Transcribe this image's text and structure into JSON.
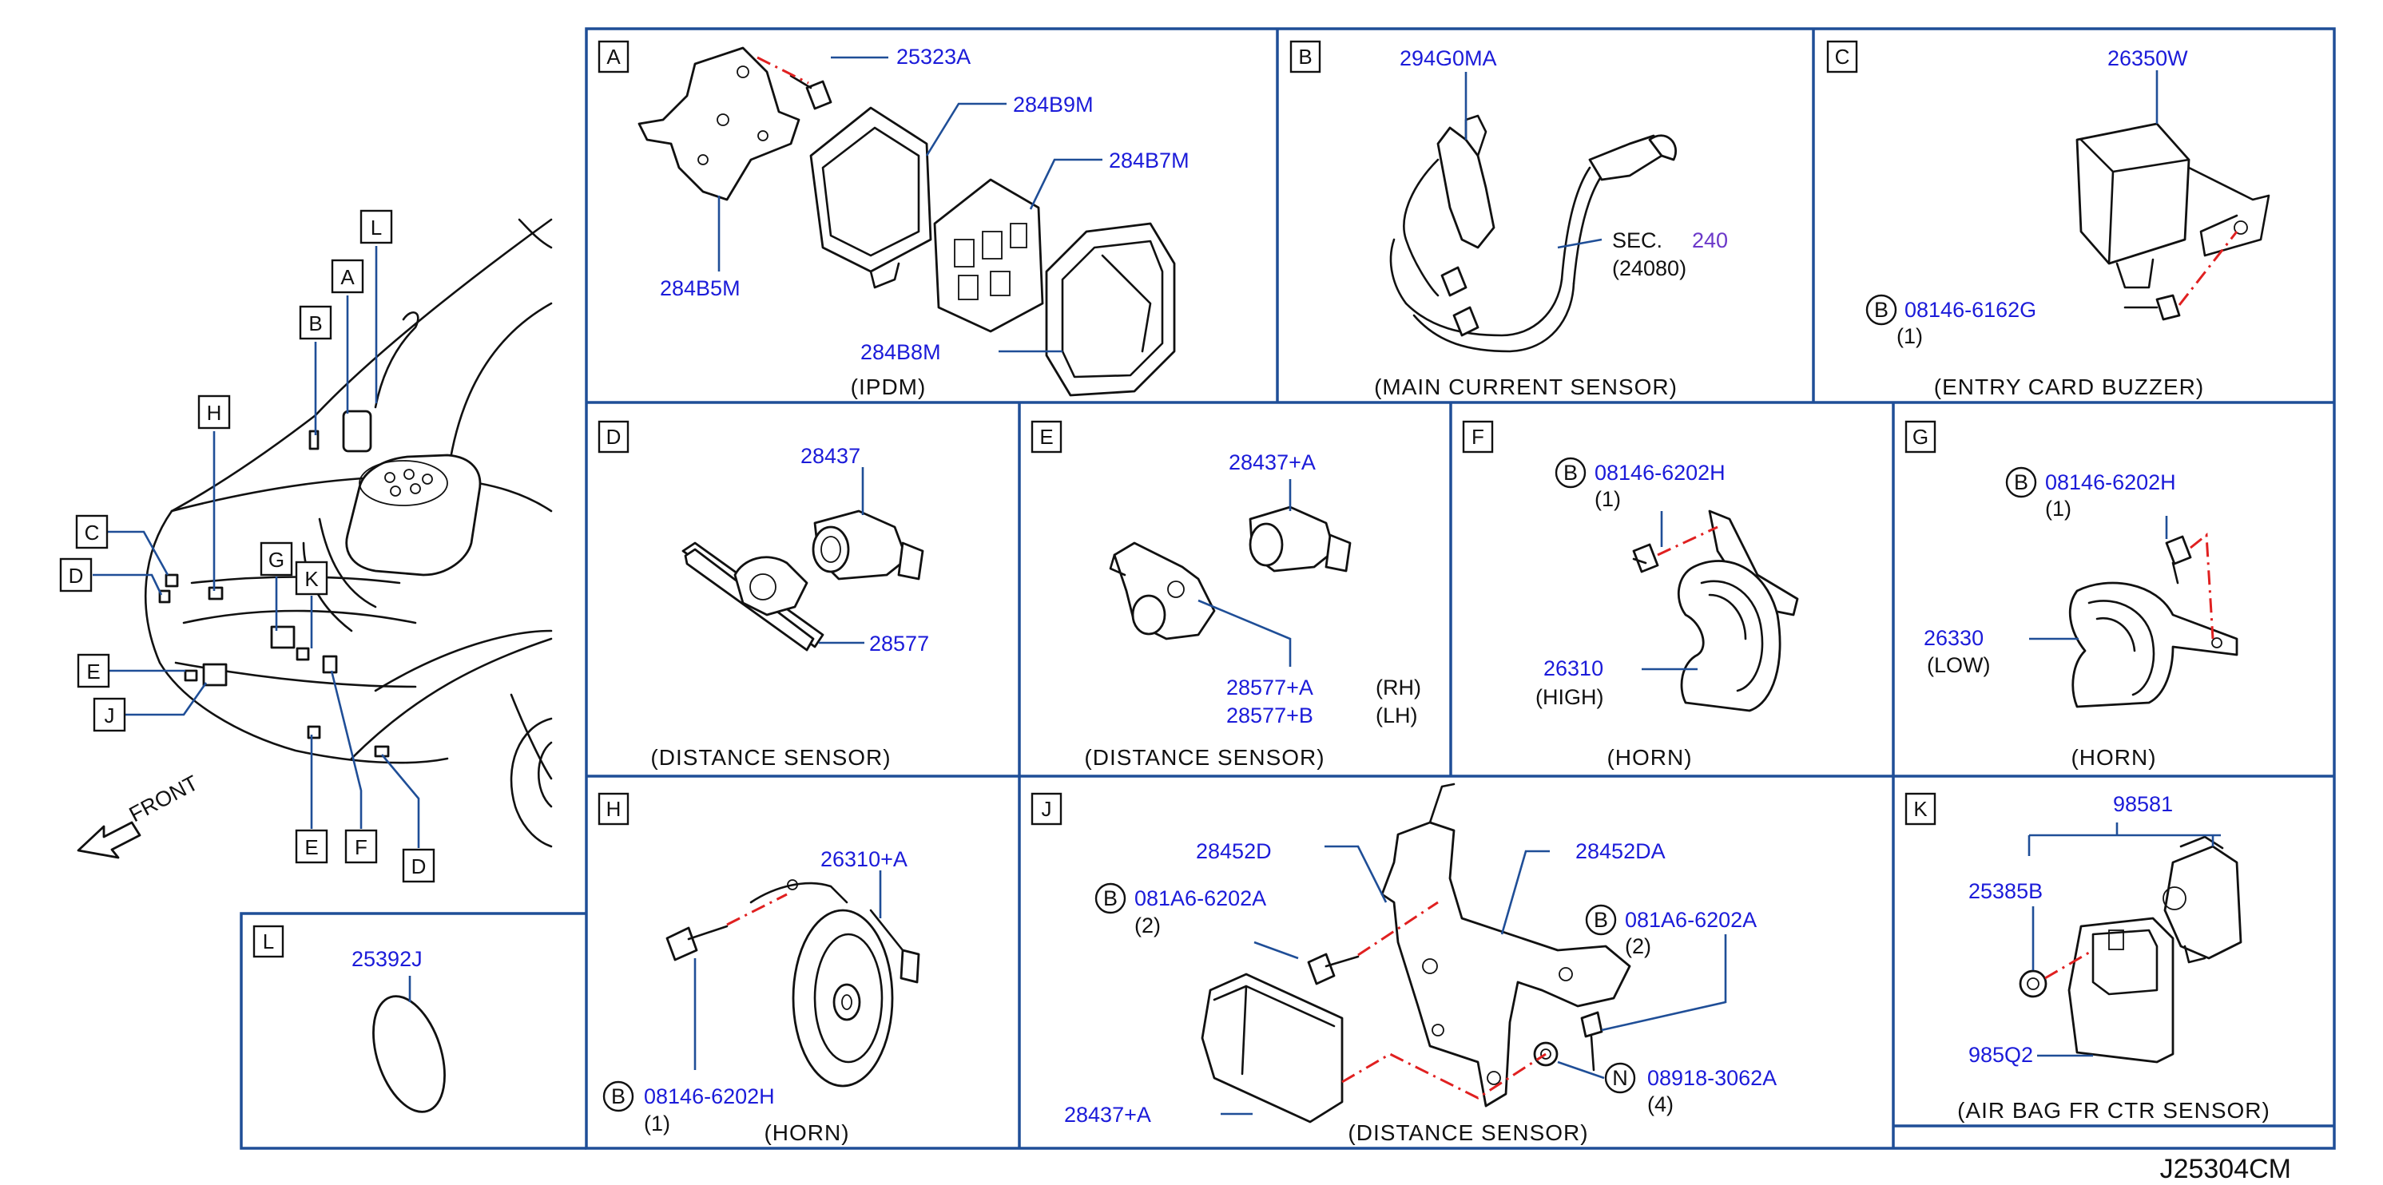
{
  "diagram_code": "J25304CM",
  "front_label": "FRONT",
  "panels": {
    "A": {
      "letter": "A",
      "caption": "(IPDM)",
      "parts": [
        "25323A",
        "284B9M",
        "284B7M",
        "284B5M",
        "284B8M"
      ]
    },
    "B": {
      "letter": "B",
      "caption": "(MAIN   CURRENT   SENSOR)",
      "parts": [
        "294G0MA"
      ],
      "sec_prefix": "SEC.",
      "sec_num": "240",
      "sec_sub": "(24080)"
    },
    "C": {
      "letter": "C",
      "caption": "(ENTRY   CARD   BUZZER)",
      "parts": [
        "26350W",
        "08146-6162G"
      ],
      "bolt_symbol": "B",
      "qty": "(1)"
    },
    "D": {
      "letter": "D",
      "caption": "(DISTANCE   SENSOR)",
      "parts": [
        "28437",
        "28577"
      ]
    },
    "E": {
      "letter": "E",
      "caption": "(DISTANCE   SENSOR)",
      "parts": [
        "28437+A",
        "28577+A",
        "28577+B"
      ],
      "rh": "(RH)",
      "lh": "(LH)"
    },
    "F": {
      "letter": "F",
      "caption": "(HORN)",
      "parts": [
        "08146-6202H",
        "26310"
      ],
      "bolt_symbol": "B",
      "qty": "(1)",
      "note": "(HIGH)"
    },
    "G": {
      "letter": "G",
      "caption": "(HORN)",
      "parts": [
        "08146-6202H",
        "26330"
      ],
      "bolt_symbol": "B",
      "qty": "(1)",
      "note": "(LOW)"
    },
    "H": {
      "letter": "H",
      "caption": "(HORN)",
      "parts": [
        "26310+A",
        "08146-6202H"
      ],
      "bolt_symbol": "B",
      "qty": "(1)"
    },
    "J": {
      "letter": "J",
      "caption": "(DISTANCE   SENSOR)",
      "parts": [
        "28452D",
        "28452DA",
        "081A6-6202A",
        "081A6-6202A",
        "08918-3062A",
        "28437+A"
      ],
      "bolt_symbol": "B",
      "nut_symbol": "N",
      "qty_left": "(2)",
      "qty_right": "(2)",
      "qty_nut": "(4)"
    },
    "K": {
      "letter": "K",
      "caption": "(AIR   BAG   FR   CTR   SENSOR)",
      "parts": [
        "98581",
        "25385B",
        "985Q2"
      ]
    },
    "L": {
      "letter": "L",
      "parts": [
        "25392J"
      ]
    }
  },
  "overview_callouts": [
    "L",
    "A",
    "B",
    "H",
    "C",
    "D",
    "G",
    "K",
    "E",
    "J",
    "E",
    "F",
    "D"
  ]
}
